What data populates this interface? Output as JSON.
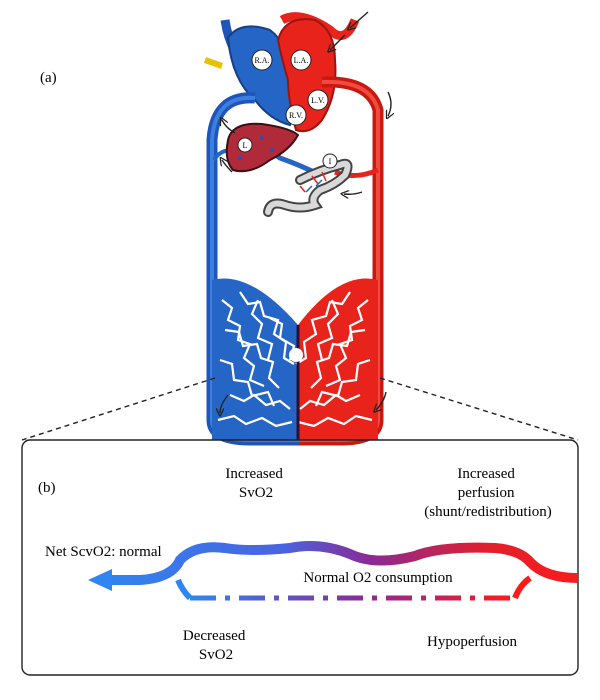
{
  "panel_a": {
    "label": "(a)",
    "nodes": {
      "ra": "R.A.",
      "la": "L.A.",
      "rv": "R.V.",
      "lv": "L.V.",
      "liver": "L",
      "intestine": "I"
    }
  },
  "panel_b": {
    "label": "(b)",
    "increased_svo2": [
      "Increased",
      "SvO2"
    ],
    "increased_perfusion": [
      "Increased",
      "perfusion",
      "(shunt/redistribution)"
    ],
    "net_scvo2": "Net ScvO2: normal",
    "normal_consumption": "Normal O2 consumption",
    "decreased_svo2": [
      "Decreased",
      "SvO2"
    ],
    "hypoperfusion": "Hypoperfusion"
  },
  "colors": {
    "venous": "#2a63c7",
    "arterial": "#e8231c",
    "mixed": "#7a2f9a"
  }
}
